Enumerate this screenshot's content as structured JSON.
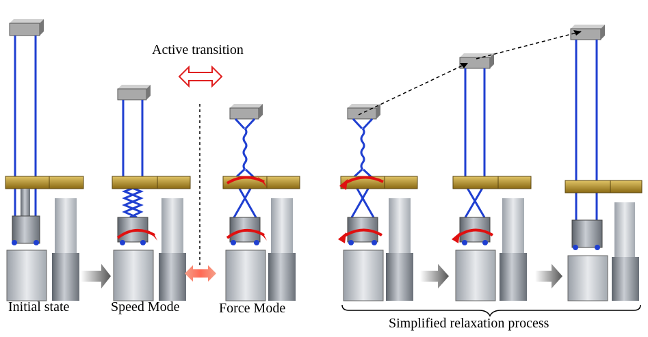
{
  "labels": {
    "initial_state": "Initial state",
    "speed_mode": "Speed Mode",
    "force_mode": "Force Mode",
    "active_transition": "Active transition",
    "simplified_relaxation": "Simplified relaxation process"
  },
  "colors": {
    "string": "#1f3fd1",
    "arrow_red": "#e01010",
    "gear_gold": "#b8942a",
    "metal": "#8a8f97",
    "transition_arrow": "#e02020"
  },
  "icons": [
    "double-arrow-icon",
    "rotation-arrow-icon",
    "gray-arrow-icon"
  ]
}
